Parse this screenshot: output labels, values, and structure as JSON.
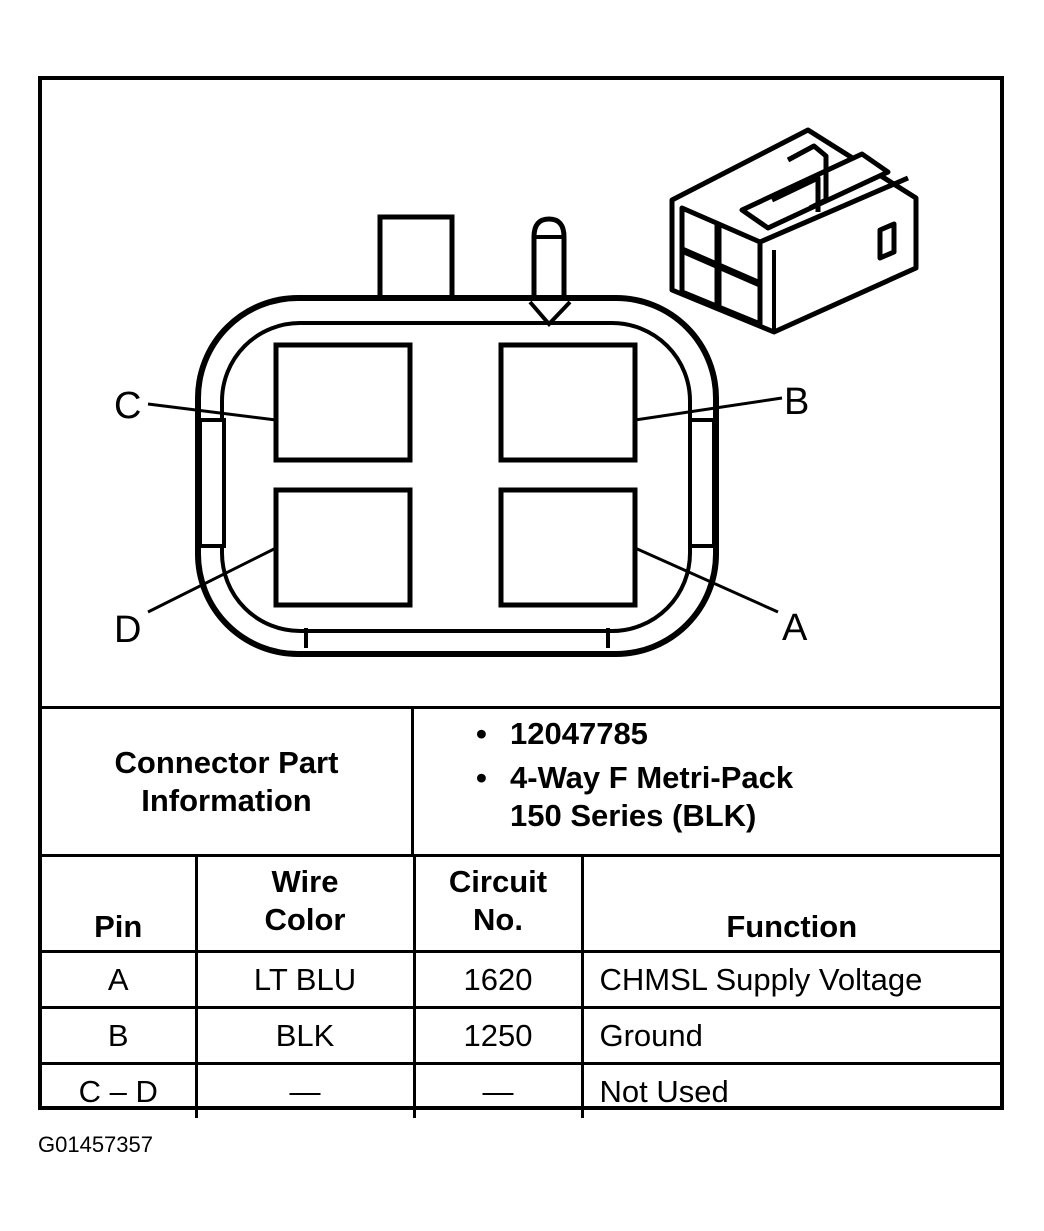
{
  "pin_labels": [
    "A",
    "B",
    "C",
    "D"
  ],
  "connector_info": {
    "label_lines": [
      "Connector Part",
      "Information"
    ],
    "bullets": [
      {
        "lines": [
          "12047785"
        ]
      },
      {
        "lines": [
          "4-Way F Metri-Pack",
          "150 Series (BLK)"
        ]
      }
    ]
  },
  "table": {
    "headers": [
      {
        "lines": [
          "Pin"
        ]
      },
      {
        "lines": [
          "Wire",
          "Color"
        ]
      },
      {
        "lines": [
          "Circuit",
          "No."
        ]
      },
      {
        "lines": [
          "Function"
        ]
      }
    ],
    "rows": [
      {
        "pin": "A",
        "wire_color": "LT BLU",
        "circuit": "1620",
        "function": "CHMSL Supply Voltage"
      },
      {
        "pin": "B",
        "wire_color": "BLK",
        "circuit": "1250",
        "function": "Ground"
      },
      {
        "pin": "C – D",
        "wire_color": "—",
        "circuit": "—",
        "function": "Not Used"
      }
    ]
  },
  "figure_id": "G01457357"
}
